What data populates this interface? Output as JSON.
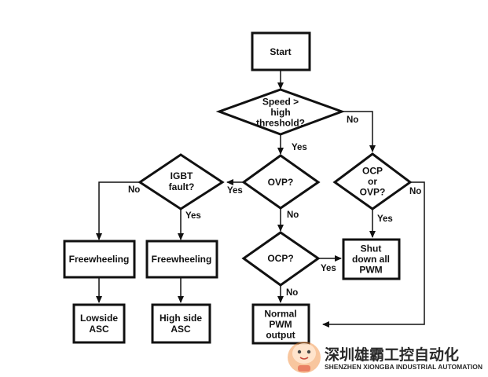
{
  "nodes": {
    "start": [
      "Start"
    ],
    "speed_decision": [
      "Speed >",
      "high",
      "threshold?"
    ],
    "ovp_decision": [
      "OVP?"
    ],
    "igbt_decision": [
      "IGBT",
      "fault?"
    ],
    "ocp_ovp_decision": [
      "OCP",
      "or",
      "OVP?"
    ],
    "ocp_decision": [
      "OCP?"
    ],
    "freewheeling_left": [
      "Freewheeling"
    ],
    "freewheeling_right": [
      "Freewheeling"
    ],
    "lowside_asc": [
      "Lowside",
      "ASC"
    ],
    "highside_asc": [
      "High side",
      "ASC"
    ],
    "shutdown_pwm": [
      "Shut",
      "down all",
      "PWM"
    ],
    "normal_pwm": [
      "Normal",
      "PWM",
      "output"
    ]
  },
  "edges": {
    "speed_yes": "Yes",
    "speed_no": "No",
    "ovp_yes": "Yes",
    "ovp_no": "No",
    "igbt_yes": "Yes",
    "igbt_no": "No",
    "ocp_ovp_yes": "Yes",
    "ocp_ovp_no": "No",
    "ocp_yes": "Yes",
    "ocp_no": "No"
  },
  "watermark": {
    "name_cn": "深圳雄霸工控自动化",
    "name_en": "SHENZHEN XIONGBA INDUSTRIAL AUTOMATION",
    "colors": {
      "primary": "#1f6fc4",
      "mascot": "#f08a3a"
    }
  }
}
